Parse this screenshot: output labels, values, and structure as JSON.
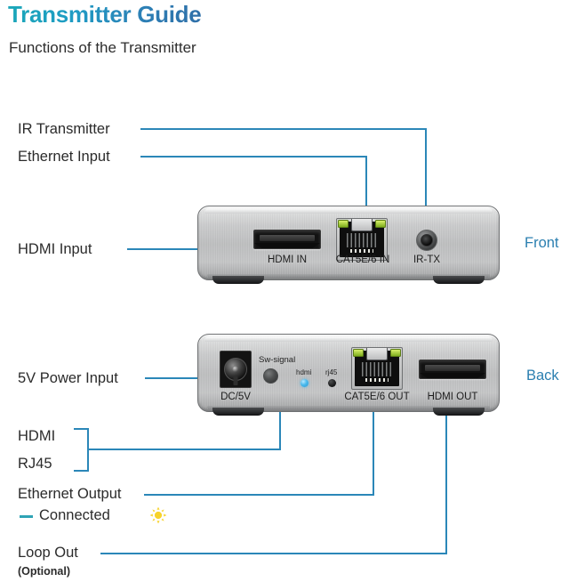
{
  "header": {
    "title": "Transmitter Guide",
    "subtitle": "Functions of the Transmitter"
  },
  "side_labels": {
    "front": "Front",
    "back": "Back"
  },
  "front_callouts": [
    {
      "id": "ir-transmitter",
      "label": "IR Transmitter"
    },
    {
      "id": "ethernet-input",
      "label": "Ethernet Input"
    },
    {
      "id": "hdmi-input",
      "label": "HDMI Input"
    }
  ],
  "back_callouts": [
    {
      "id": "power-input",
      "label": "5V Power Input"
    },
    {
      "id": "hdmi-led",
      "label": "HDMI"
    },
    {
      "id": "rj45-led",
      "label": "RJ45"
    },
    {
      "id": "ethernet-output",
      "label": "Ethernet Output"
    },
    {
      "id": "ethernet-output-state",
      "label": "Connected"
    },
    {
      "id": "loop-out",
      "label": "Loop Out"
    },
    {
      "id": "loop-out-note",
      "label": "(Optional)"
    }
  ],
  "front_device": {
    "ports": [
      {
        "id": "hdmi-in",
        "label": "HDMI IN"
      },
      {
        "id": "cat5e6-in",
        "label": "CAT5E/6 IN"
      },
      {
        "id": "ir-tx",
        "label": "IR-TX"
      }
    ]
  },
  "back_device": {
    "ports": [
      {
        "id": "dc-5v",
        "label": "DC/5V"
      },
      {
        "id": "cat5e6-out",
        "label": "CAT5E/6 OUT"
      },
      {
        "id": "hdmi-out",
        "label": "HDMI OUT"
      }
    ],
    "controls": [
      {
        "id": "sw-signal",
        "label": "Sw-signal"
      }
    ],
    "indicators": [
      {
        "id": "hdmi-indicator",
        "label": "hdmi",
        "state": "on"
      },
      {
        "id": "rj45-indicator",
        "label": "rj45",
        "state": "off"
      }
    ]
  },
  "colors": {
    "accent": "#2b87b8",
    "title_start": "#1aa7b8",
    "title_end": "#2f6fa8",
    "side_label": "#2b7fb0",
    "led_on": "#49b9ec",
    "connected_dash": "#2fa3b5",
    "sun": "#f5d02a"
  }
}
